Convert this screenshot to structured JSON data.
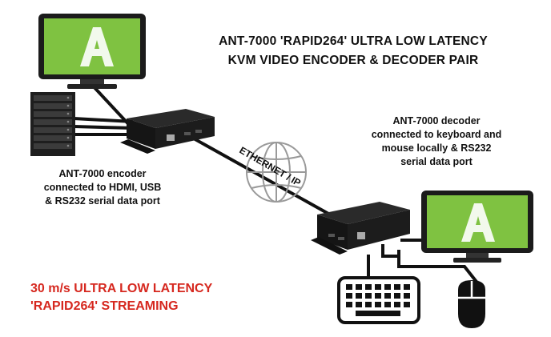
{
  "title": {
    "line1": "ANT-7000 'RAPID264' ULTRA LOW LATENCY",
    "line2": "KVM VIDEO ENCODER & DECODER PAIR"
  },
  "encoder_caption": {
    "line1": "ANT-7000 encoder",
    "line2": "connected to HDMI, USB",
    "line3": "& RS232 serial data port"
  },
  "decoder_caption": {
    "line1": "ANT-7000 decoder",
    "line2": "connected to keyboard and",
    "line3": "mouse locally & RS232",
    "line4": "serial data port"
  },
  "network_label": "ETHERNET / IP",
  "streaming_text": {
    "line1": "30 m/s ULTRA LOW LATENCY",
    "line2": "'RAPID264' STREAMING"
  },
  "colors": {
    "screen_green": "#7fc241",
    "accent_red": "#d6281f",
    "device_black": "#1a1a1a"
  },
  "icons": [
    "monitor-icon",
    "server-icon",
    "globe-icon",
    "keyboard-icon",
    "mouse-icon"
  ]
}
